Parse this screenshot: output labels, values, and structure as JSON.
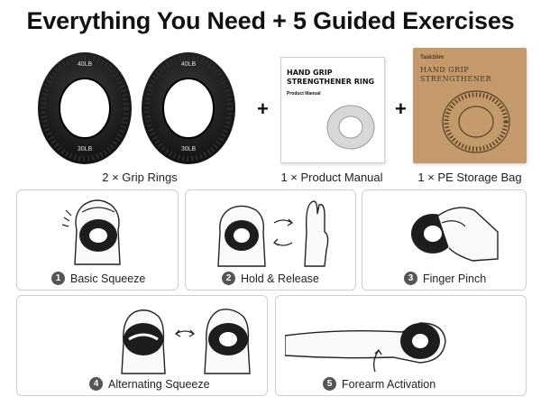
{
  "title": "Everything You Need + 5 Guided Exercises",
  "package": {
    "ring_top_label": "40LB",
    "ring_bottom_label": "30LB",
    "items": [
      {
        "caption": "2 × Grip Rings"
      },
      {
        "caption": "1 × Product Manual"
      },
      {
        "caption": "1 × PE Storage Bag"
      }
    ],
    "plus_symbol": "+",
    "manual": {
      "title_line1": "HAND GRIP",
      "title_line2": "STRENGTHENER RING",
      "subtitle": "Product Manual"
    },
    "bag": {
      "brand": "TaskSlim",
      "title_line1": "HAND GRIP",
      "title_line2": "STRENGTHENER"
    }
  },
  "exercises": [
    {
      "number": "1",
      "label": "Basic Squeeze"
    },
    {
      "number": "2",
      "label": "Hold & Release"
    },
    {
      "number": "3",
      "label": "Finger Pinch"
    },
    {
      "number": "4",
      "label": "Alternating Squeeze"
    },
    {
      "number": "5",
      "label": "Forearm Activation"
    }
  ],
  "colors": {
    "ring": "#1d1d1d",
    "skin": "#f2f2f2",
    "card_border": "#cfcfcf",
    "kraft": "#c49a6c"
  }
}
